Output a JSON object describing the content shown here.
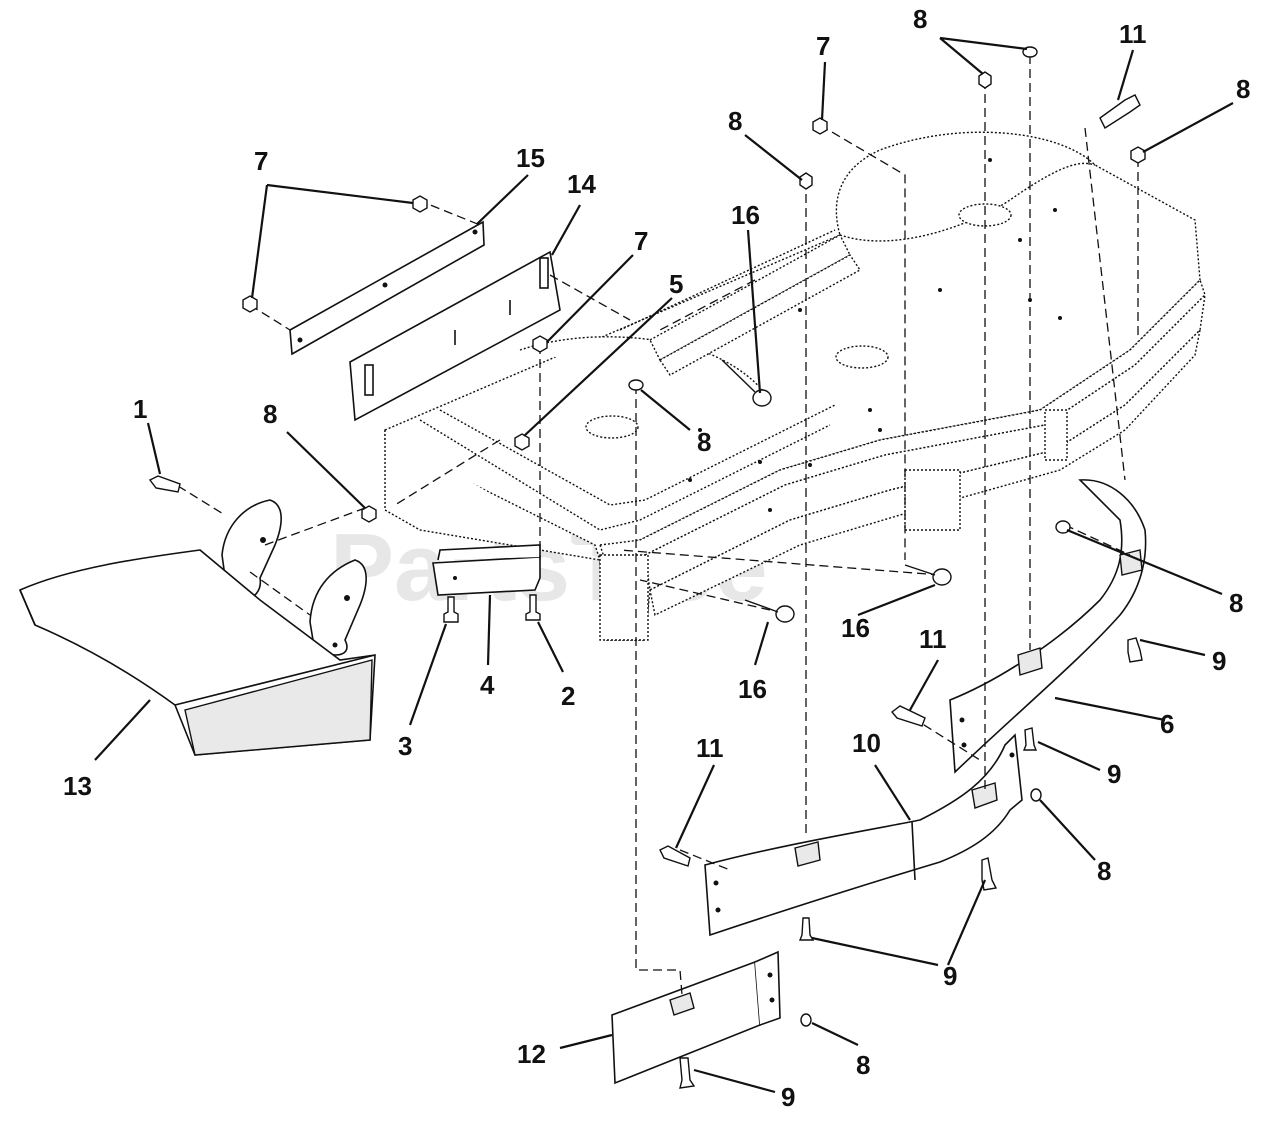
{
  "watermark": {
    "text": "PartsTree",
    "tm": "TM"
  },
  "callouts": [
    {
      "id": "c1",
      "text": "1"
    },
    {
      "id": "c2",
      "text": "2"
    },
    {
      "id": "c3",
      "text": "3"
    },
    {
      "id": "c4",
      "text": "4"
    },
    {
      "id": "c5",
      "text": "5"
    },
    {
      "id": "c6",
      "text": "6"
    },
    {
      "id": "c7a",
      "text": "7"
    },
    {
      "id": "c7b",
      "text": "7"
    },
    {
      "id": "c7c",
      "text": "7"
    },
    {
      "id": "c8a",
      "text": "8"
    },
    {
      "id": "c8b",
      "text": "8"
    },
    {
      "id": "c8c",
      "text": "8"
    },
    {
      "id": "c8d",
      "text": "8"
    },
    {
      "id": "c8e",
      "text": "8"
    },
    {
      "id": "c8f",
      "text": "8"
    },
    {
      "id": "c8g",
      "text": "8"
    },
    {
      "id": "c8h",
      "text": "8"
    },
    {
      "id": "c9a",
      "text": "9"
    },
    {
      "id": "c9b",
      "text": "9"
    },
    {
      "id": "c9c",
      "text": "9"
    },
    {
      "id": "c9d",
      "text": "9"
    },
    {
      "id": "c10",
      "text": "10"
    },
    {
      "id": "c11a",
      "text": "11"
    },
    {
      "id": "c11b",
      "text": "11"
    },
    {
      "id": "c11c",
      "text": "11"
    },
    {
      "id": "c12",
      "text": "12"
    },
    {
      "id": "c13",
      "text": "13"
    },
    {
      "id": "c14",
      "text": "14"
    },
    {
      "id": "c15",
      "text": "15"
    },
    {
      "id": "c16a",
      "text": "16"
    },
    {
      "id": "c16b",
      "text": "16"
    },
    {
      "id": "c16c",
      "text": "16"
    }
  ]
}
